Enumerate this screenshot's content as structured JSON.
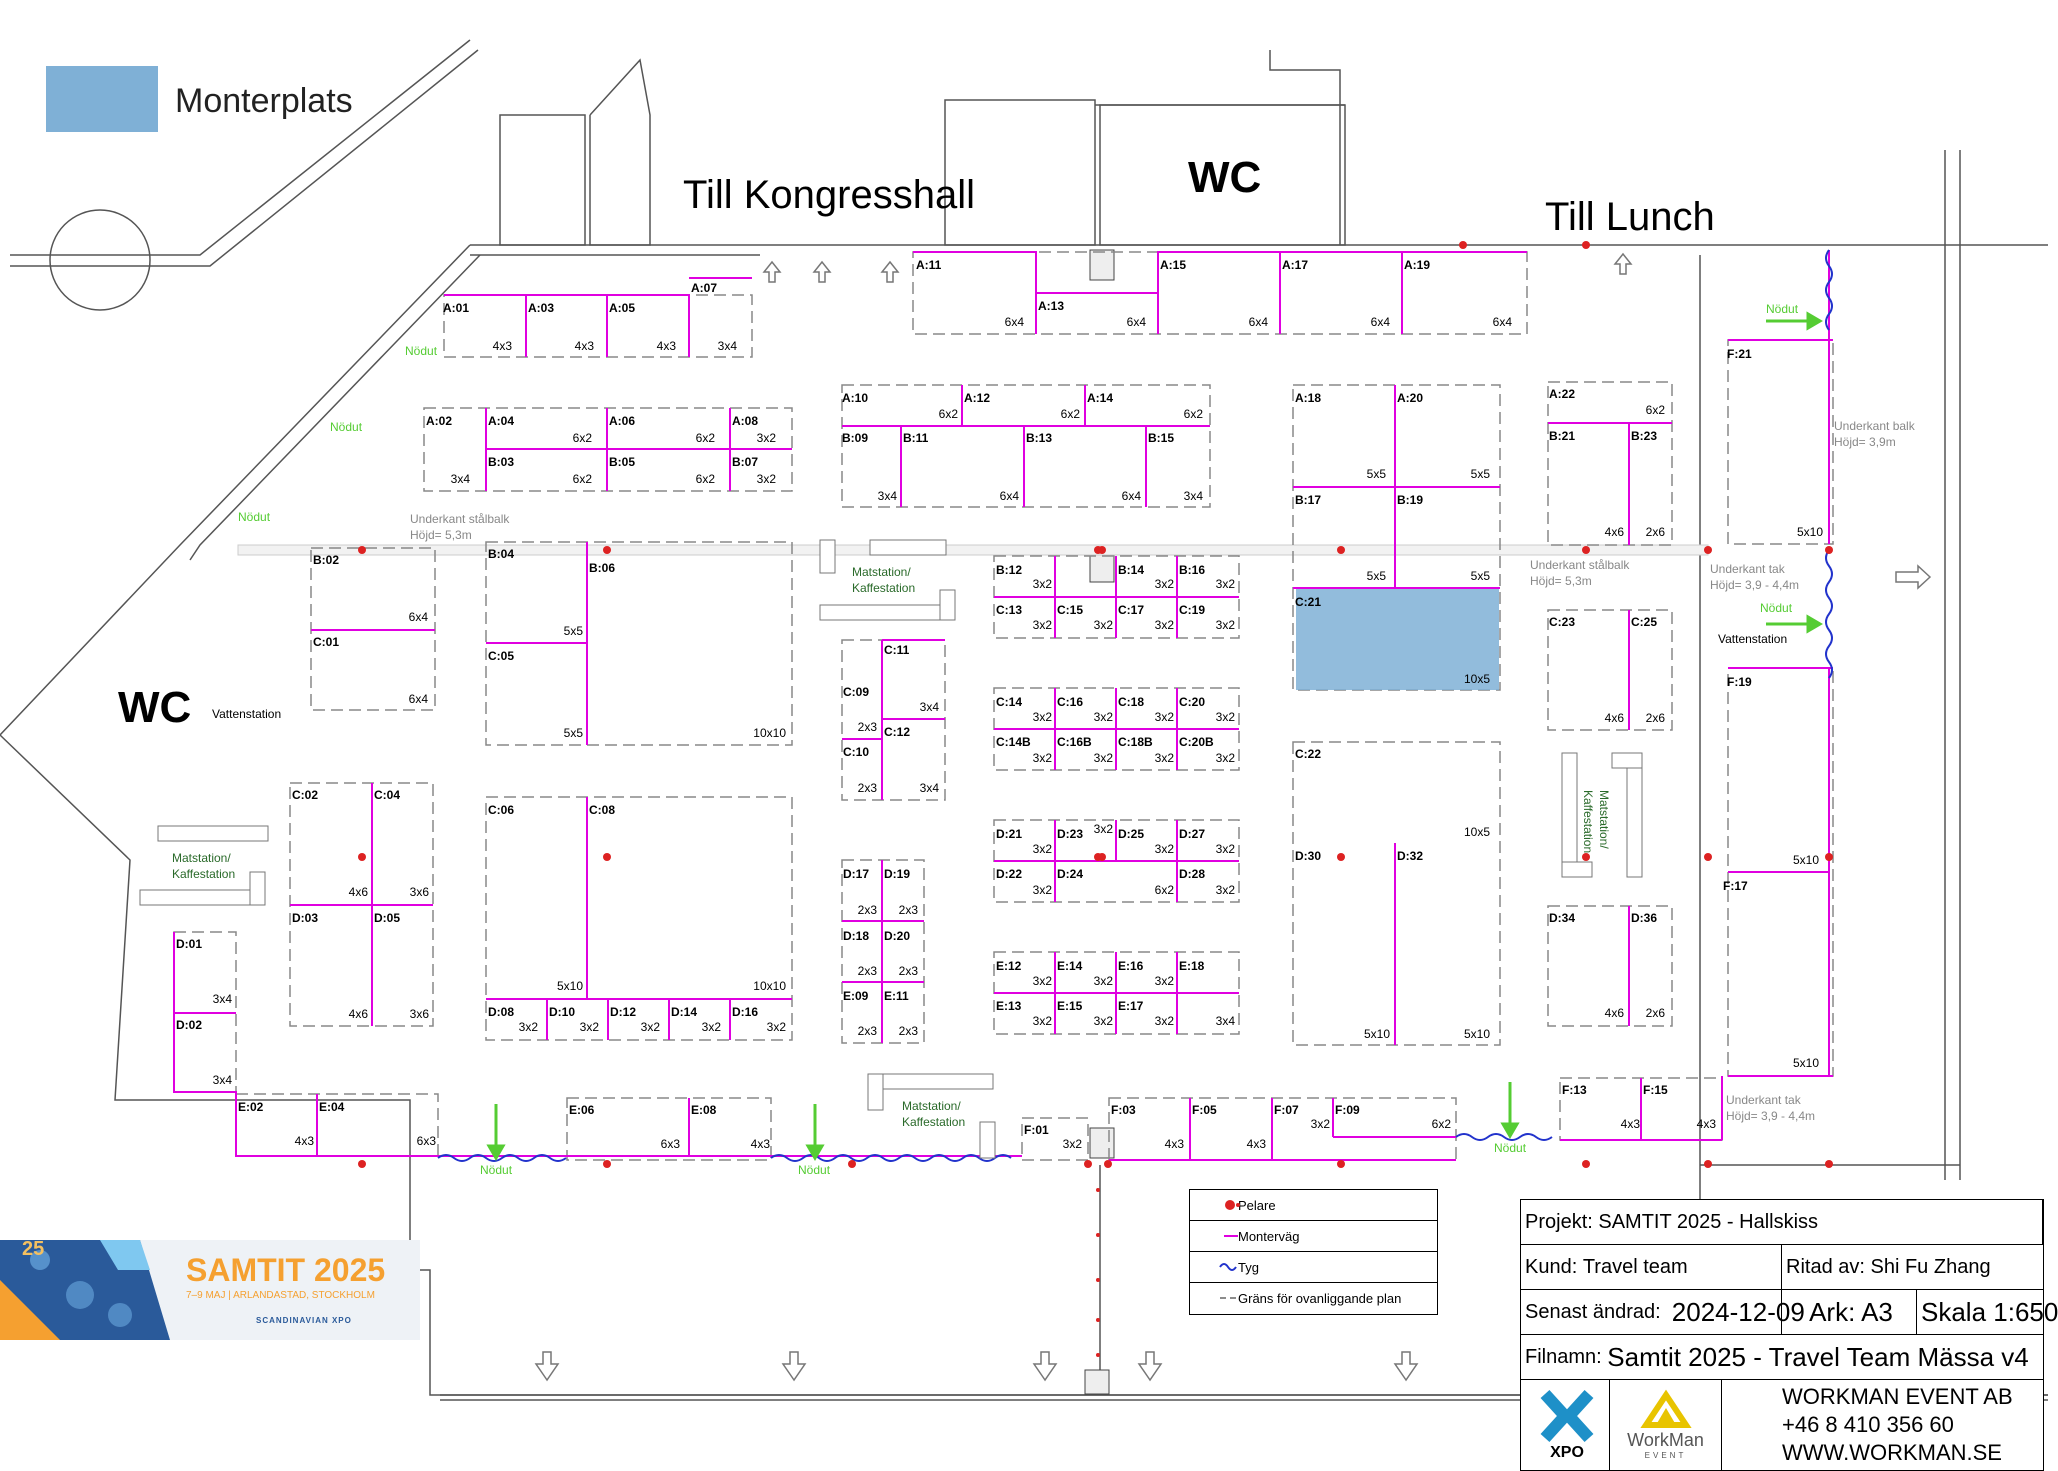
{
  "legend_top": {
    "swatch_color": "#7fb0d6",
    "label": "Monterplats"
  },
  "labels": {
    "kongress": "Till Kongresshall",
    "lunch": "Till Lunch",
    "wc_top": "WC",
    "wc_left": "WC"
  },
  "notes": {
    "stalbalk1": "Underkant stålbalk",
    "stalbalk1_h": "Höjd= 5,3m",
    "stalbalk2": "Underkant stålbalk",
    "stalbalk2_h": "Höjd= 5,3m",
    "balk": "Underkant balk",
    "balk_h": "Höjd= 3,9m",
    "tak1": "Underkant tak",
    "tak1_h": "Höjd= 3,9 - 4,4m",
    "tak2": "Underkant tak",
    "tak2_h": "Höjd= 3,9 - 4,4m"
  },
  "nodut": "Nödut",
  "stations": {
    "vatten1": "Vattenstation",
    "vatten2": "Vattenstation",
    "mat1a": "Matstation/",
    "mat1b": "Kaffestation",
    "mat2a": "Matstation/",
    "mat2b": "Kaffestation",
    "mat3a": "Matstation/",
    "mat3b": "Kaffestation",
    "mat4a": "Matstation/",
    "mat4b": "Kaffestation"
  },
  "booths": [
    [
      "A:01",
      441,
      300
    ],
    [
      "A:03",
      526,
      300
    ],
    [
      "A:05",
      607,
      300
    ],
    [
      "A:07",
      689,
      280
    ],
    [
      "A:02",
      424,
      413
    ],
    [
      "A:04",
      486,
      413
    ],
    [
      "A:06",
      607,
      413
    ],
    [
      "A:08",
      730,
      413
    ],
    [
      "B:03",
      486,
      454
    ],
    [
      "B:05",
      607,
      454
    ],
    [
      "B:07",
      730,
      454
    ],
    [
      "A:10",
      840,
      390
    ],
    [
      "A:12",
      962,
      390
    ],
    [
      "A:14",
      1085,
      390
    ],
    [
      "B:09",
      840,
      430
    ],
    [
      "B:11",
      901,
      430
    ],
    [
      "B:13",
      1024,
      430
    ],
    [
      "B:15",
      1146,
      430
    ],
    [
      "A:11",
      914,
      257
    ],
    [
      "A:13",
      1036,
      298
    ],
    [
      "A:15",
      1158,
      257
    ],
    [
      "A:17",
      1280,
      257
    ],
    [
      "A:19",
      1402,
      257
    ],
    [
      "A:18",
      1293,
      390
    ],
    [
      "A:20",
      1395,
      390
    ],
    [
      "B:17",
      1293,
      492
    ],
    [
      "B:19",
      1395,
      492
    ],
    [
      "C:21",
      1293,
      594
    ],
    [
      "A:22",
      1547,
      386
    ],
    [
      "B:21",
      1547,
      428
    ],
    [
      "B:23",
      1629,
      428
    ],
    [
      "F:21",
      1725,
      346
    ],
    [
      "B:02",
      311,
      552
    ],
    [
      "C:01",
      311,
      634
    ],
    [
      "B:04",
      486,
      546
    ],
    [
      "B:06",
      587,
      560
    ],
    [
      "C:05",
      486,
      648
    ],
    [
      "B:12",
      994,
      562
    ],
    [
      "B:14",
      1116,
      562
    ],
    [
      "B:16",
      1177,
      562
    ],
    [
      "C:13",
      994,
      602
    ],
    [
      "C:15",
      1055,
      602
    ],
    [
      "C:17",
      1116,
      602
    ],
    [
      "C:19",
      1177,
      602
    ],
    [
      "C:11",
      882,
      642
    ],
    [
      "C:09",
      841,
      684
    ],
    [
      "C:12",
      882,
      724
    ],
    [
      "C:10",
      841,
      744
    ],
    [
      "C:14",
      994,
      694
    ],
    [
      "C:16",
      1055,
      694
    ],
    [
      "C:18",
      1116,
      694
    ],
    [
      "C:20",
      1177,
      694
    ],
    [
      "C:14B",
      994,
      734
    ],
    [
      "C:16B",
      1055,
      734
    ],
    [
      "C:18B",
      1116,
      734
    ],
    [
      "C:20B",
      1177,
      734
    ],
    [
      "C:23",
      1547,
      614
    ],
    [
      "C:25",
      1629,
      614
    ],
    [
      "F:19",
      1725,
      674
    ],
    [
      "C:02",
      290,
      787
    ],
    [
      "C:04",
      372,
      787
    ],
    [
      "D:03",
      290,
      910
    ],
    [
      "D:05",
      372,
      910
    ],
    [
      "C:06",
      486,
      802
    ],
    [
      "C:08",
      587,
      802
    ],
    [
      "C:22",
      1293,
      746
    ],
    [
      "D:30",
      1293,
      848
    ],
    [
      "D:32",
      1395,
      848
    ],
    [
      "D:21",
      994,
      826
    ],
    [
      "D:23",
      1055,
      826
    ],
    [
      "D:25",
      1116,
      826
    ],
    [
      "D:27",
      1177,
      826
    ],
    [
      "D:22",
      994,
      866
    ],
    [
      "D:24",
      1055,
      866
    ],
    [
      "D:28",
      1177,
      866
    ],
    [
      "D:17",
      841,
      866
    ],
    [
      "D:19",
      882,
      866
    ],
    [
      "D:18",
      841,
      928
    ],
    [
      "D:20",
      882,
      928
    ],
    [
      "E:09",
      841,
      988
    ],
    [
      "E:11",
      882,
      988
    ],
    [
      "D:34",
      1547,
      910
    ],
    [
      "D:36",
      1629,
      910
    ],
    [
      "F:17",
      1721,
      878
    ],
    [
      "D:01",
      174,
      936
    ],
    [
      "D:02",
      174,
      1017
    ],
    [
      "D:08",
      486,
      1004
    ],
    [
      "D:10",
      547,
      1004
    ],
    [
      "D:12",
      608,
      1004
    ],
    [
      "D:14",
      669,
      1004
    ],
    [
      "D:16",
      730,
      1004
    ],
    [
      "E:12",
      994,
      958
    ],
    [
      "E:14",
      1055,
      958
    ],
    [
      "E:16",
      1116,
      958
    ],
    [
      "E:18",
      1177,
      958
    ],
    [
      "E:13",
      994,
      998
    ],
    [
      "E:15",
      1055,
      998
    ],
    [
      "E:17",
      1116,
      998
    ],
    [
      "E:02",
      236,
      1099
    ],
    [
      "E:04",
      317,
      1099
    ],
    [
      "E:06",
      567,
      1102
    ],
    [
      "E:08",
      689,
      1102
    ],
    [
      "F:01",
      1022,
      1122
    ],
    [
      "F:03",
      1109,
      1102
    ],
    [
      "F:05",
      1190,
      1102
    ],
    [
      "F:07",
      1272,
      1102
    ],
    [
      "F:09",
      1333,
      1102
    ],
    [
      "F:13",
      1560,
      1082
    ],
    [
      "F:15",
      1641,
      1082
    ]
  ],
  "sizes": [
    [
      "4x3",
      512,
      350
    ],
    [
      "4x3",
      594,
      350
    ],
    [
      "4x3",
      676,
      350
    ],
    [
      "3x4",
      737,
      350
    ],
    [
      "6x4",
      1024,
      326
    ],
    [
      "6x4",
      1146,
      326
    ],
    [
      "6x4",
      1268,
      326
    ],
    [
      "6x4",
      1390,
      326
    ],
    [
      "6x4",
      1512,
      326
    ],
    [
      "6x2",
      592,
      442
    ],
    [
      "6x2",
      715,
      442
    ],
    [
      "3x2",
      776,
      442
    ],
    [
      "3x4",
      470,
      483
    ],
    [
      "6x2",
      592,
      483
    ],
    [
      "6x2",
      715,
      483
    ],
    [
      "3x2",
      776,
      483
    ],
    [
      "6x2",
      958,
      418
    ],
    [
      "6x2",
      1080,
      418
    ],
    [
      "6x2",
      1203,
      418
    ],
    [
      "3x4",
      897,
      500
    ],
    [
      "6x4",
      1019,
      500
    ],
    [
      "6x4",
      1141,
      500
    ],
    [
      "3x4",
      1203,
      500
    ],
    [
      "5x5",
      1386,
      478
    ],
    [
      "5x5",
      1490,
      478
    ],
    [
      "5x5",
      1386,
      580
    ],
    [
      "5x5",
      1490,
      580
    ],
    [
      "10x5",
      1490,
      683
    ],
    [
      "6x2",
      1665,
      414
    ],
    [
      "4x6",
      1624,
      536
    ],
    [
      "2x6",
      1665,
      536
    ],
    [
      "5x10",
      1823,
      536
    ],
    [
      "6x4",
      428,
      621
    ],
    [
      "6x4",
      428,
      703
    ],
    [
      "5x5",
      583,
      635
    ],
    [
      "5x5",
      583,
      737
    ],
    [
      "10x10",
      786,
      737
    ],
    [
      "3x2",
      1052,
      588
    ],
    [
      "3x2",
      1174,
      588
    ],
    [
      "3x2",
      1235,
      588
    ],
    [
      "3x2",
      1052,
      629
    ],
    [
      "3x2",
      1113,
      629
    ],
    [
      "3x2",
      1174,
      629
    ],
    [
      "3x2",
      1235,
      629
    ],
    [
      "3x4",
      939,
      711
    ],
    [
      "2x3",
      877,
      731
    ],
    [
      "2x3",
      877,
      792
    ],
    [
      "3x4",
      939,
      792
    ],
    [
      "3x2",
      1052,
      721
    ],
    [
      "3x2",
      1113,
      721
    ],
    [
      "3x2",
      1174,
      721
    ],
    [
      "3x2",
      1235,
      721
    ],
    [
      "3x2",
      1052,
      762
    ],
    [
      "3x2",
      1113,
      762
    ],
    [
      "3x2",
      1174,
      762
    ],
    [
      "3x2",
      1235,
      762
    ],
    [
      "4x6",
      1624,
      722
    ],
    [
      "2x6",
      1665,
      722
    ],
    [
      "4x6",
      368,
      896
    ],
    [
      "3x6",
      429,
      896
    ],
    [
      "4x6",
      368,
      1018
    ],
    [
      "3x6",
      429,
      1018
    ],
    [
      "5x10",
      583,
      990
    ],
    [
      "10x10",
      786,
      990
    ],
    [
      "10x5",
      1490,
      836
    ],
    [
      "5x10",
      1390,
      1038
    ],
    [
      "5x10",
      1490,
      1038
    ],
    [
      "3x2",
      1052,
      853
    ],
    [
      "3x2",
      1113,
      833
    ],
    [
      "3x2",
      1174,
      853
    ],
    [
      "3x2",
      1235,
      853
    ],
    [
      "3x2",
      1052,
      894
    ],
    [
      "6x2",
      1174,
      894
    ],
    [
      "3x2",
      1235,
      894
    ],
    [
      "2x3",
      877,
      914
    ],
    [
      "2x3",
      918,
      914
    ],
    [
      "2x3",
      877,
      975
    ],
    [
      "2x3",
      918,
      975
    ],
    [
      "2x3",
      877,
      1035
    ],
    [
      "2x3",
      918,
      1035
    ],
    [
      "4x6",
      1624,
      1017
    ],
    [
      "2x6",
      1665,
      1017
    ],
    [
      "5x10",
      1819,
      864
    ],
    [
      "5x10",
      1819,
      1067
    ],
    [
      "3x4",
      232,
      1003
    ],
    [
      "3x4",
      232,
      1084
    ],
    [
      "3x2",
      538,
      1031
    ],
    [
      "3x2",
      599,
      1031
    ],
    [
      "3x2",
      660,
      1031
    ],
    [
      "3x2",
      721,
      1031
    ],
    [
      "3x2",
      786,
      1031
    ],
    [
      "3x2",
      1052,
      985
    ],
    [
      "3x2",
      1113,
      985
    ],
    [
      "3x2",
      1174,
      985
    ],
    [
      "3x2",
      1052,
      1025
    ],
    [
      "3x2",
      1113,
      1025
    ],
    [
      "3x2",
      1174,
      1025
    ],
    [
      "3x4",
      1235,
      1025
    ],
    [
      "4x3",
      314,
      1145
    ],
    [
      "6x3",
      436,
      1145
    ],
    [
      "6x3",
      680,
      1148
    ],
    [
      "4x3",
      770,
      1148
    ],
    [
      "3x2",
      1082,
      1148
    ],
    [
      "4x3",
      1184,
      1148
    ],
    [
      "4x3",
      1266,
      1148
    ],
    [
      "3x2",
      1330,
      1128
    ],
    [
      "6x2",
      1451,
      1128
    ],
    [
      "4x3",
      1640,
      1128
    ],
    [
      "4x3",
      1716,
      1128
    ]
  ],
  "legend": {
    "pelare": "Pelare",
    "montervagg": "Monterväg",
    "tyg": "Tyg",
    "grans": "Gräns för ovanliggande plan"
  },
  "title_block": {
    "projekt": "Projekt: SAMTIT 2025 - Hallskiss",
    "kund_label": "Kund:",
    "kund": "Travel team",
    "ritad_label": "Ritad av:",
    "ritad": "Shi Fu Zhang",
    "andrad_label": "Senast ändrad:",
    "andrad": "2024-12-09",
    "ark": "Ark: A3",
    "skala": "Skala 1:650",
    "filnamn_label": "Filnamn:",
    "filnamn": "Samtit 2025 - Travel Team Mässa v4",
    "company": "WORKMAN EVENT AB",
    "phone": "+46 8 410 356 60",
    "web": "WWW.WORKMAN.SE",
    "xpo": "XPO",
    "scandinavian": "SCANDINAVIAN",
    "workman": "WorkMan",
    "event": "EVENT"
  },
  "logo": {
    "title": "SAMTIT 2025",
    "sub": "7–9 MAJ | ARLANDASTAD, STOCKHOLM",
    "brand": "SCANDINAVIAN XPO",
    "num": "25",
    "accent": "#f5a030"
  }
}
